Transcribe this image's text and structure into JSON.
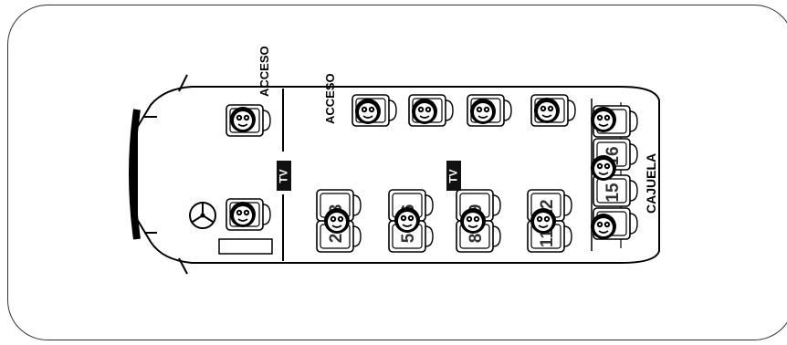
{
  "labels": {
    "access_front": "ACCESO",
    "access_side": "ACCESO",
    "tv_front": "TV",
    "tv_mid": "TV",
    "luggage": "CAJUELA"
  },
  "seat_numbers": [
    "3",
    "2",
    "6",
    "5",
    "9",
    "8",
    "12",
    "11",
    "16",
    "15"
  ],
  "icons": {
    "seat_occupied": "smiley-face-icon",
    "steering_wheel": "steering-wheel-icon"
  },
  "colors": {
    "outline": "#000000",
    "frame": "#333333",
    "tv_bg": "#111111"
  }
}
